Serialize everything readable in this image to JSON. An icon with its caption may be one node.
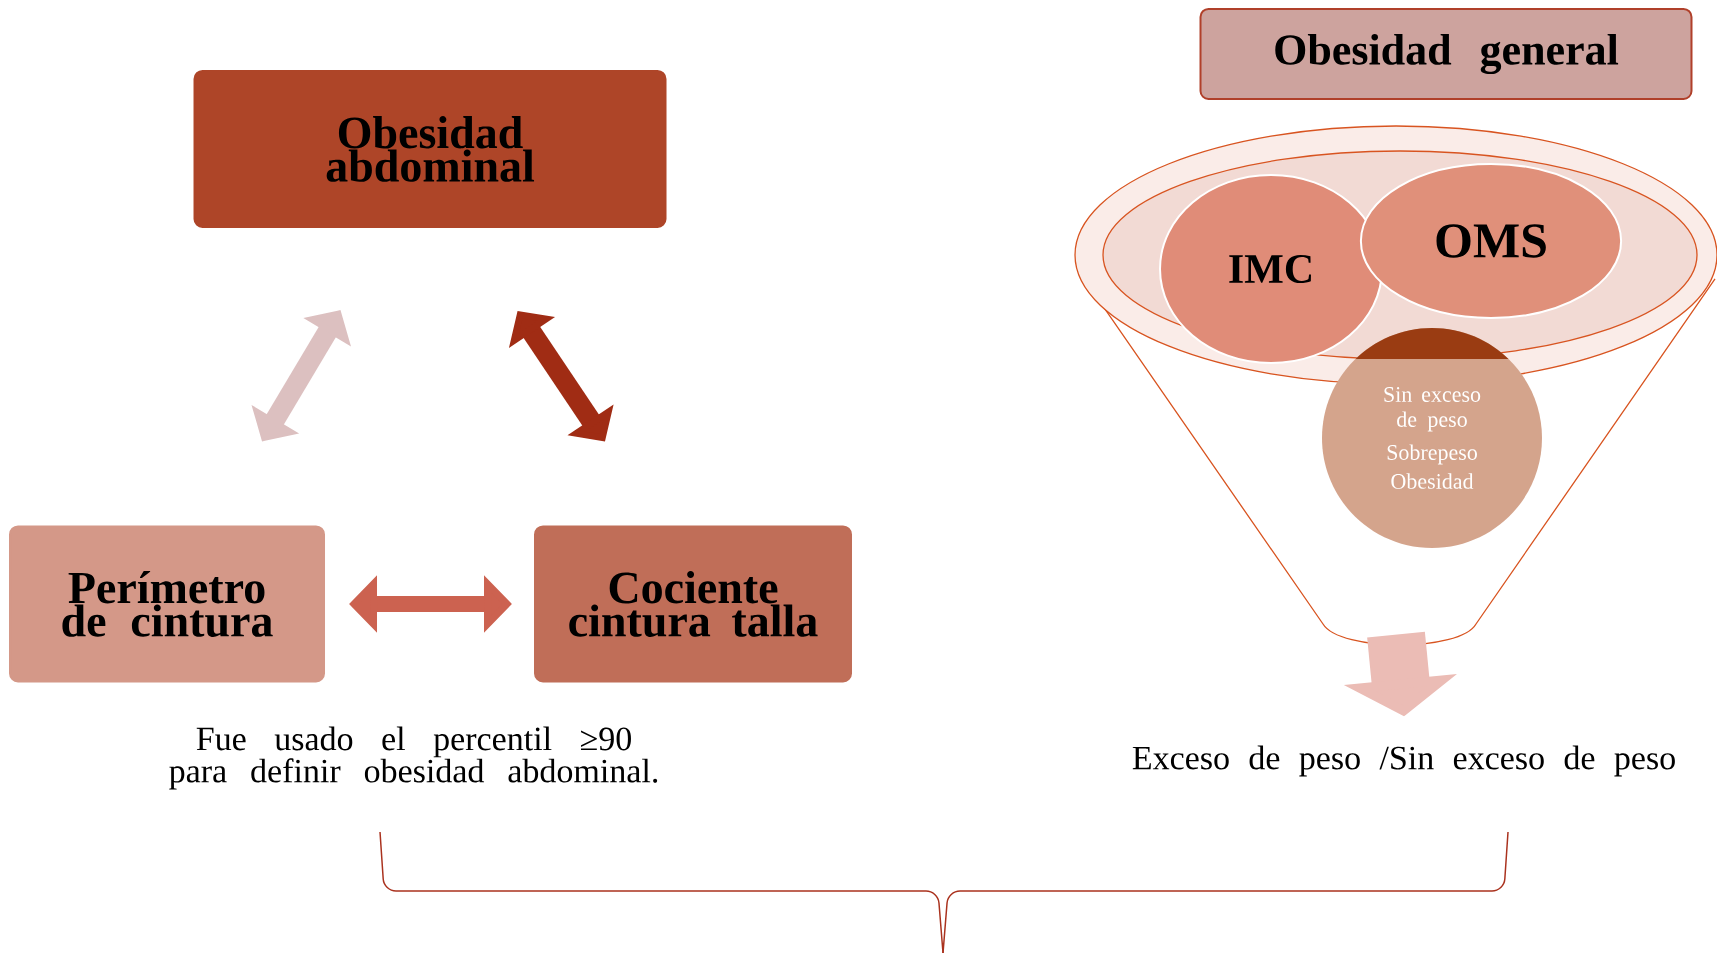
{
  "diagram": {
    "nodes": [
      {
        "text": [
          "Obesidad abdominal"
        ]
      },
      {
        "text": [
          "Perímetro de cintura"
        ]
      },
      {
        "text": [
          "Cociente cintura talla"
        ]
      },
      {
        "text": [
          "Obesidad general"
        ]
      },
      {
        "text": [],
        "shape": "funnel"
      },
      {
        "text": [
          "IMC"
        ],
        "in": 4
      },
      {
        "text": [
          "OMS"
        ],
        "in": 4
      },
      {
        "text": [
          "Sin exceso de peso",
          "Sobrepeso",
          "Obesidad"
        ],
        "in": 4
      },
      {
        "text": [
          "Exceso de peso /Sin exceso de peso"
        ]
      }
    ],
    "edges": [
      {
        "from": 1,
        "to": 0,
        "arrow": "both",
        "color": "#dcc0c0"
      },
      {
        "from": 0,
        "to": 2,
        "arrow": "both",
        "color": "#a02c14"
      },
      {
        "from": 1,
        "to": 2,
        "arrow": "both",
        "color": "#cc6250"
      },
      {
        "from": 4,
        "to": 8,
        "arrow": "to",
        "color": "#ebbcb5",
        "style": "thick"
      }
    ],
    "labels": [
      "Fue usado el percentil ≥90 para definir obesidad abdominal."
    ]
  }
}
